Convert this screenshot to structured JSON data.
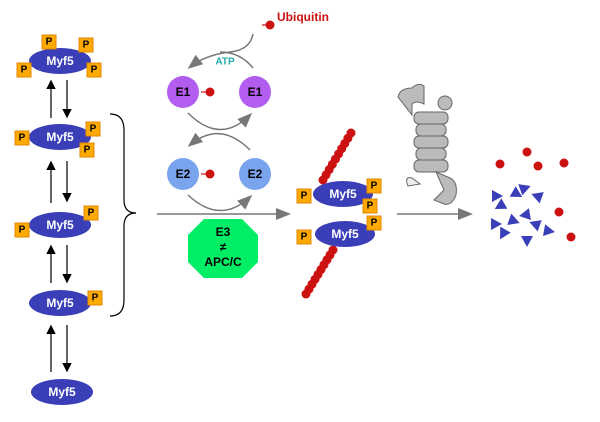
{
  "labels": {
    "myf5": "Myf5",
    "phospho": "P",
    "ubiquitin": "Ubiquitin",
    "atp": "ATP",
    "e1": "E1",
    "e2": "E2",
    "e3": "E3",
    "not_equal": "≠",
    "apcc": "APC/C"
  },
  "colors": {
    "myf5": "#3a3fb8",
    "phospho": "#ffaa00",
    "ubiquitin": "#cc1111",
    "e1": "#b35cf0",
    "e2": "#7aa4ee",
    "e3": "#00ee66",
    "atp": "#20aaaa"
  },
  "icons": [
    "proteasome-structure",
    "peptide-fragments"
  ]
}
